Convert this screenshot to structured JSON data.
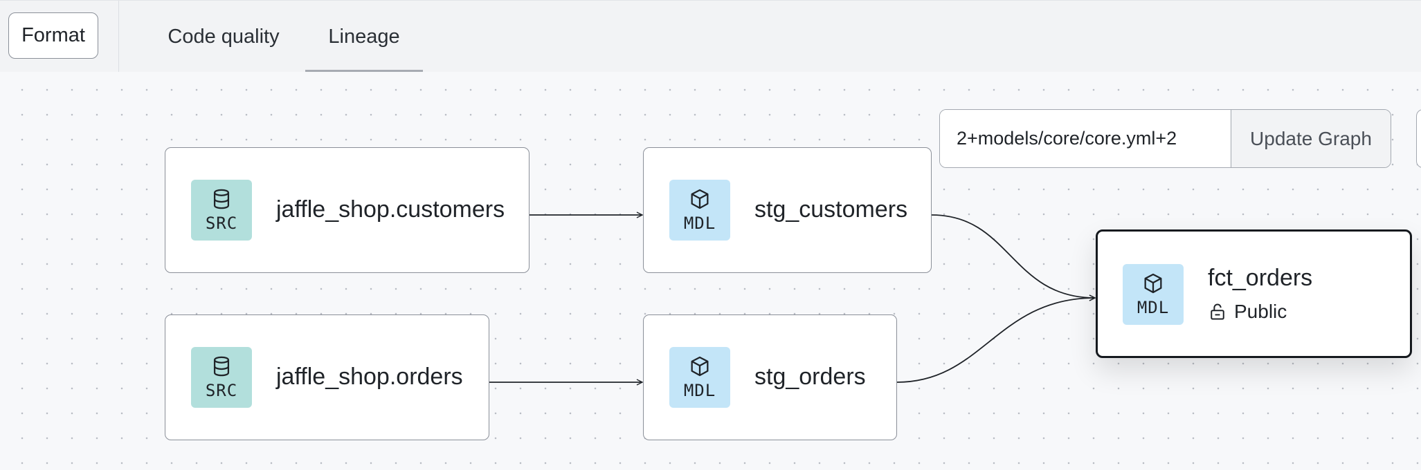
{
  "toolbar": {
    "format_label": "Format"
  },
  "tabs": [
    {
      "label": "Code quality",
      "active": false
    },
    {
      "label": "Lineage",
      "active": true
    }
  ],
  "graph_controls": {
    "selector_value": "2+models/core/core.yml+2",
    "update_label": "Update Graph"
  },
  "nodes": {
    "src_customers": {
      "badge": "SRC",
      "name": "jaffle_shop.customers",
      "icon": "database-icon"
    },
    "src_orders": {
      "badge": "SRC",
      "name": "jaffle_shop.orders",
      "icon": "database-icon"
    },
    "stg_customers": {
      "badge": "MDL",
      "name": "stg_customers",
      "icon": "cube-icon"
    },
    "stg_orders": {
      "badge": "MDL",
      "name": "stg_orders",
      "icon": "cube-icon"
    },
    "fct_orders": {
      "badge": "MDL",
      "name": "fct_orders",
      "access": "Public",
      "icon": "cube-icon",
      "access_icon": "unlock-icon"
    }
  },
  "colors": {
    "src_badge": "#b2dfdc",
    "mdl_badge": "#c3e5f8",
    "selected_border": "#15191e",
    "edge": "#1f2328"
  }
}
